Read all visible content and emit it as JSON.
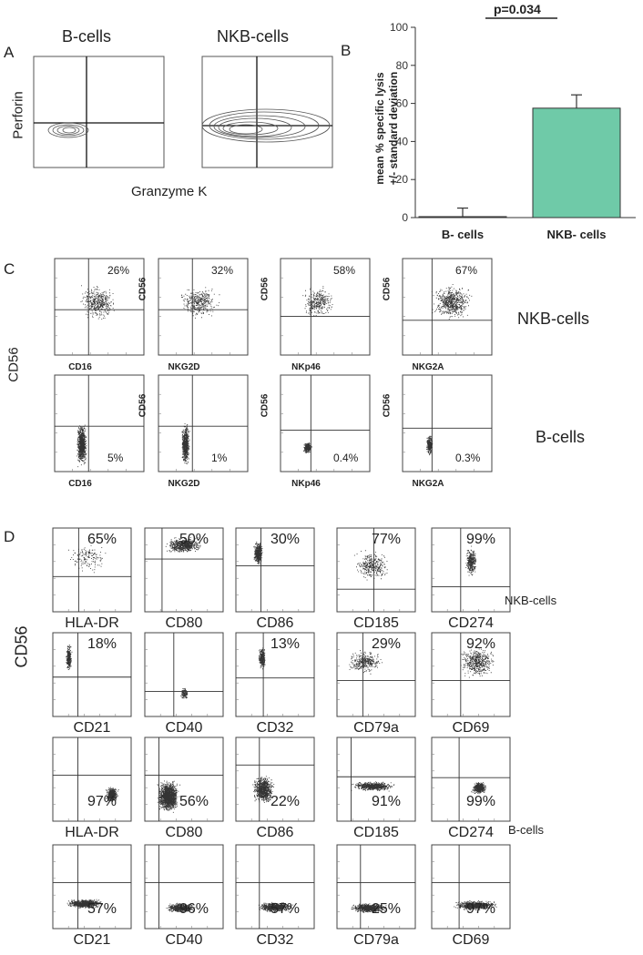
{
  "panel_a": {
    "letter": "A",
    "titles": [
      "B-cells",
      "NKB-cells"
    ],
    "ylabel": "Perforin",
    "xlabel": "Granzyme K"
  },
  "panel_b": {
    "letter": "B",
    "ylabel_line1": "mean % specific lysis",
    "ylabel_line2": "+/- standard deviation",
    "pvalue": "p=0.034"
  },
  "chart_data": {
    "type": "bar",
    "categories": [
      "B- cells",
      "NKB- cells"
    ],
    "values": [
      0.5,
      57.5
    ],
    "errors": [
      4.5,
      7
    ],
    "ylim": [
      0,
      100
    ],
    "yticks": [
      0,
      20,
      40,
      60,
      80,
      100
    ],
    "colors": [
      "#b0b0b0",
      "#6fcaa8"
    ]
  },
  "panel_c": {
    "letter": "C",
    "ylabel": "CD56",
    "row_labels": [
      "NKB-cells",
      "B-cells"
    ],
    "xlabels": [
      "CD16",
      "NKG2D",
      "NKp46",
      "NKG2A"
    ],
    "top_pct": [
      "26%",
      "32%",
      "58%",
      "67%"
    ],
    "bottom_pct": [
      "5%",
      "1%",
      "0.4%",
      "0.3%"
    ],
    "inner_ylabel": "CD56"
  },
  "panel_d": {
    "letter": "D",
    "ylabel": "CD56",
    "group_labels": [
      "NKB-cells",
      "B-cells"
    ],
    "rows": [
      {
        "xlabels": [
          "HLA-DR",
          "CD80",
          "CD86",
          "CD185",
          "CD274"
        ],
        "pct": [
          "65%",
          "50%",
          "30%",
          "77%",
          "99%"
        ]
      },
      {
        "xlabels": [
          "CD21",
          "CD40",
          "CD32",
          "CD79a",
          "CD69"
        ],
        "pct": [
          "18%",
          "",
          "13%",
          "29%",
          "92%"
        ]
      },
      {
        "xlabels": [
          "HLA-DR",
          "CD80",
          "CD86",
          "CD185",
          "CD274"
        ],
        "pct": [
          "97%",
          "56%",
          "22%",
          "91%",
          "99%"
        ]
      },
      {
        "xlabels": [
          "CD21",
          "CD40",
          "CD32",
          "CD79a",
          "CD69"
        ],
        "pct": [
          "57%",
          "96%",
          "57%",
          "25%",
          "97%"
        ]
      }
    ]
  }
}
